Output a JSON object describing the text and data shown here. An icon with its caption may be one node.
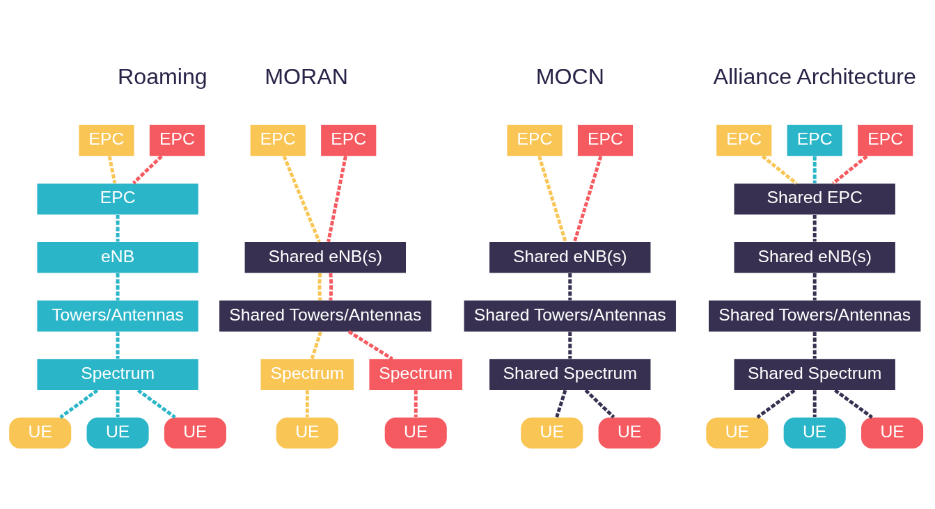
{
  "diagram": {
    "nodes": [
      {
        "text": [
          "EPC"
        ]
      },
      {
        "text": [
          "EPC"
        ]
      },
      {
        "text": [
          "EPC"
        ]
      },
      {
        "text": [
          "eNB"
        ]
      },
      {
        "text": [
          "Towers/Antennas"
        ]
      },
      {
        "text": [
          "Spectrum"
        ]
      },
      {
        "text": [
          "UE"
        ]
      },
      {
        "text": [
          "UE"
        ]
      },
      {
        "text": [
          "UE"
        ]
      },
      {
        "text": [
          "EPC"
        ]
      },
      {
        "text": [
          "EPC"
        ]
      },
      {
        "text": [
          "Shared eNB(s)"
        ]
      },
      {
        "text": [
          "Shared Towers/Antennas"
        ]
      },
      {
        "text": [
          "Spectrum"
        ]
      },
      {
        "text": [
          "Spectrum"
        ]
      },
      {
        "text": [
          "UE"
        ]
      },
      {
        "text": [
          "UE"
        ]
      },
      {
        "text": [
          "EPC"
        ]
      },
      {
        "text": [
          "EPC"
        ]
      },
      {
        "text": [
          "Shared eNB(s)"
        ]
      },
      {
        "text": [
          "Shared Towers/Antennas"
        ]
      },
      {
        "text": [
          "Shared Spectrum"
        ]
      },
      {
        "text": [
          "UE"
        ]
      },
      {
        "text": [
          "UE"
        ]
      },
      {
        "text": [
          "EPC"
        ]
      },
      {
        "text": [
          "EPC"
        ]
      },
      {
        "text": [
          "EPC"
        ]
      },
      {
        "text": [
          "Shared EPC"
        ]
      },
      {
        "text": [
          "Shared eNB(s)"
        ]
      },
      {
        "text": [
          "Shared Towers/Antennas"
        ]
      },
      {
        "text": [
          "Shared Spectrum"
        ]
      },
      {
        "text": [
          "UE"
        ]
      },
      {
        "text": [
          "UE"
        ]
      },
      {
        "text": [
          "UE"
        ]
      }
    ],
    "edges": [
      {
        "from": 0,
        "to": 2,
        "arrow": "none",
        "style": "dashed",
        "color": "#f9c555"
      },
      {
        "from": 1,
        "to": 2,
        "arrow": "none",
        "style": "dashed",
        "color": "#f55a60"
      },
      {
        "from": 2,
        "to": 3,
        "arrow": "none",
        "style": "dashed",
        "color": "#2bb5c8"
      },
      {
        "from": 3,
        "to": 4,
        "arrow": "none",
        "style": "dashed",
        "color": "#2bb5c8"
      },
      {
        "from": 4,
        "to": 5,
        "arrow": "none",
        "style": "dashed",
        "color": "#2bb5c8"
      },
      {
        "from": 5,
        "to": 6,
        "arrow": "none",
        "style": "dashed",
        "color": "#2bb5c8"
      },
      {
        "from": 5,
        "to": 7,
        "arrow": "none",
        "style": "dashed",
        "color": "#2bb5c8"
      },
      {
        "from": 5,
        "to": 8,
        "arrow": "none",
        "style": "dashed",
        "color": "#2bb5c8"
      },
      {
        "from": 9,
        "to": 11,
        "arrow": "none",
        "style": "dashed",
        "color": "#f9c555"
      },
      {
        "from": 11,
        "to": 12,
        "arrow": "none",
        "style": "dashed",
        "color": "#f9c555"
      },
      {
        "from": 12,
        "to": 13,
        "arrow": "none",
        "style": "dashed",
        "color": "#f9c555"
      },
      {
        "from": 13,
        "to": 15,
        "arrow": "none",
        "style": "dashed",
        "color": "#f9c555"
      },
      {
        "from": 10,
        "to": 11,
        "arrow": "none",
        "style": "dashed",
        "color": "#f55a60"
      },
      {
        "from": 11,
        "to": 12,
        "arrow": "none",
        "style": "dashed",
        "color": "#f55a60"
      },
      {
        "from": 12,
        "to": 14,
        "arrow": "none",
        "style": "dashed",
        "color": "#f55a60"
      },
      {
        "from": 14,
        "to": 16,
        "arrow": "none",
        "style": "dashed",
        "color": "#f55a60"
      },
      {
        "from": 17,
        "to": 19,
        "arrow": "none",
        "style": "dashed",
        "color": "#f9c555"
      },
      {
        "from": 18,
        "to": 19,
        "arrow": "none",
        "style": "dashed",
        "color": "#f55a60"
      },
      {
        "from": 19,
        "to": 20,
        "arrow": "none",
        "style": "dashed",
        "color": "#373050"
      },
      {
        "from": 20,
        "to": 21,
        "arrow": "none",
        "style": "dashed",
        "color": "#373050"
      },
      {
        "from": 21,
        "to": 22,
        "arrow": "none",
        "style": "dashed",
        "color": "#373050"
      },
      {
        "from": 21,
        "to": 23,
        "arrow": "none",
        "style": "dashed",
        "color": "#373050"
      },
      {
        "from": 24,
        "to": 27,
        "arrow": "none",
        "style": "dashed",
        "color": "#f9c555"
      },
      {
        "from": 25,
        "to": 27,
        "arrow": "none",
        "style": "dashed",
        "color": "#2bb5c8"
      },
      {
        "from": 26,
        "to": 27,
        "arrow": "none",
        "style": "dashed",
        "color": "#f55a60"
      },
      {
        "from": 27,
        "to": 28,
        "arrow": "none",
        "style": "dashed",
        "color": "#373050"
      },
      {
        "from": 28,
        "to": 29,
        "arrow": "none",
        "style": "dashed",
        "color": "#373050"
      },
      {
        "from": 29,
        "to": 30,
        "arrow": "none",
        "style": "dashed",
        "color": "#373050"
      },
      {
        "from": 30,
        "to": 31,
        "arrow": "none",
        "style": "dashed",
        "color": "#373050"
      },
      {
        "from": 30,
        "to": 32,
        "arrow": "none",
        "style": "dashed",
        "color": "#373050"
      },
      {
        "from": 30,
        "to": 33,
        "arrow": "none",
        "style": "dashed",
        "color": "#373050"
      }
    ],
    "labels": [
      "Roaming",
      "MORAN",
      "MOCN",
      "Alliance Architecture"
    ]
  }
}
